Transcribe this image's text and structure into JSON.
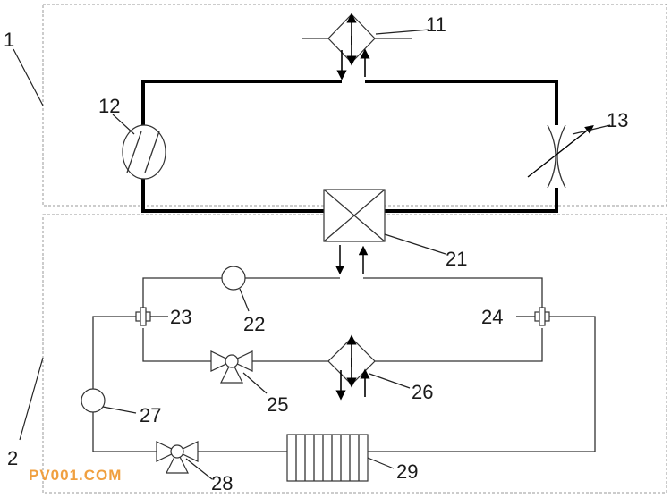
{
  "labels": {
    "system1": "1",
    "system2": "2",
    "hx11": "11",
    "compressor12": "12",
    "valve13": "13",
    "hx21": "21",
    "pump22": "22",
    "valve23": "23",
    "valve24": "24",
    "valve25": "25",
    "hx26": "26",
    "pump27": "27",
    "valve28": "28",
    "heater29": "29"
  },
  "watermark": "PV001.COM"
}
